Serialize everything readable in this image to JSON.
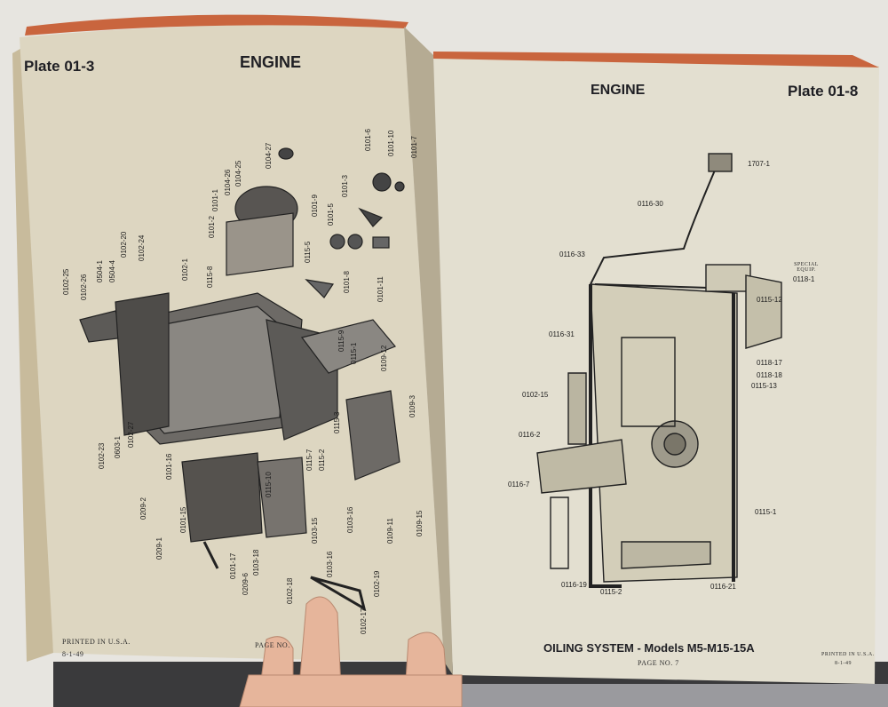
{
  "left_page": {
    "plate": "Plate 01-3",
    "title": "ENGINE",
    "printed": "PRINTED IN U.S.A.",
    "date": "8-1-49",
    "page_no": "PAGE NO.",
    "part_numbers": [
      "0104-27",
      "0101-6",
      "0101-10",
      "0101-7",
      "0104-26",
      "0104-25",
      "0101-1",
      "0101-2",
      "0101-3",
      "0101-9",
      "0101-5",
      "0101-8",
      "0101-11",
      "0115-5",
      "0102-1",
      "0115-8",
      "0504-1",
      "0504-4",
      "0102-20",
      "0102-24",
      "0102-25",
      "0102-26",
      "0115-9",
      "0115-1",
      "0109-12",
      "0115-3",
      "0109-3",
      "0102-23",
      "0603-1",
      "0102-27",
      "0101-16",
      "0209-2",
      "0101-15",
      "0209-1",
      "0101-17",
      "0209-6",
      "0103-18",
      "0115-10",
      "0115-7",
      "0115-2",
      "0103-15",
      "0103-16",
      "0103-16",
      "0102-18",
      "0102-19",
      "0102-17",
      "0109-11",
      "0109-15"
    ]
  },
  "right_page": {
    "title": "ENGINE",
    "plate": "Plate 01-8",
    "caption": "OILING SYSTEM - Models M5-M15-15A",
    "page_no": "PAGE NO. 7",
    "printed": "PRINTED IN U.S.A.",
    "date": "8-1-49",
    "special": "SPECIAL EQUIP.",
    "part_numbers": [
      "1707-1",
      "0116-30",
      "0116-33",
      "0118-1",
      "0115-12",
      "0116-31",
      "0118-17",
      "0118-18",
      "0115-13",
      "0102-15",
      "0116-2",
      "0116-7",
      "0115-1",
      "0116-19",
      "0115-2",
      "0116-21"
    ]
  }
}
